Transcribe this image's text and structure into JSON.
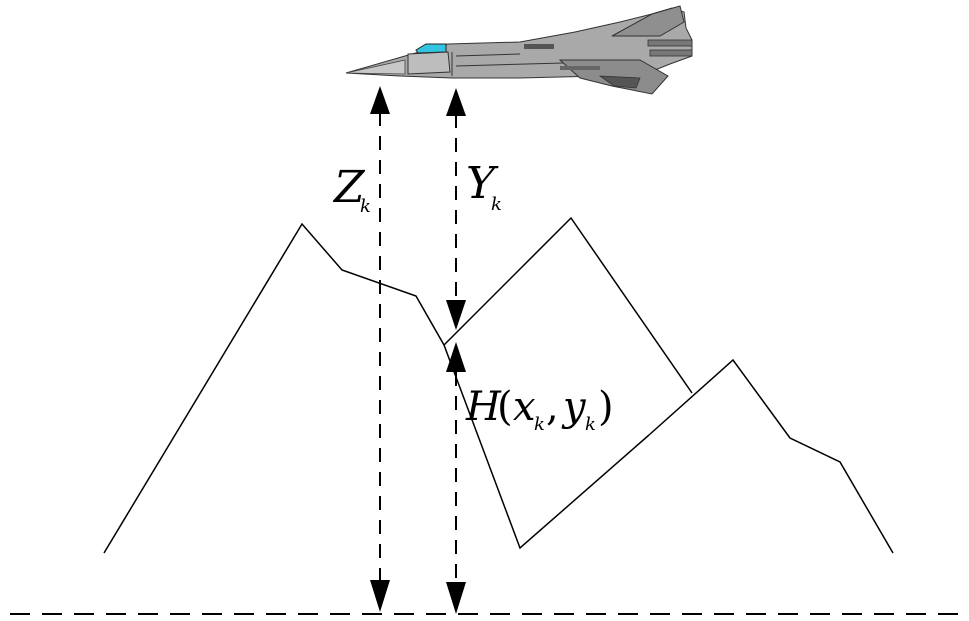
{
  "labels": {
    "z_main": "Z",
    "z_sub": "k",
    "y_main": "Y",
    "y_sub": "k",
    "h_func": "H",
    "h_open": "(",
    "h_x": "x",
    "h_x_sub": "k",
    "h_comma": ",",
    "h_y": "y",
    "h_y_sub": "k",
    "h_close": ")"
  },
  "colors": {
    "line": "#000000",
    "aircraft_body": "#a9a9a9",
    "aircraft_dark": "#555555",
    "canopy": "#33c4e0",
    "background": "#ffffff"
  }
}
